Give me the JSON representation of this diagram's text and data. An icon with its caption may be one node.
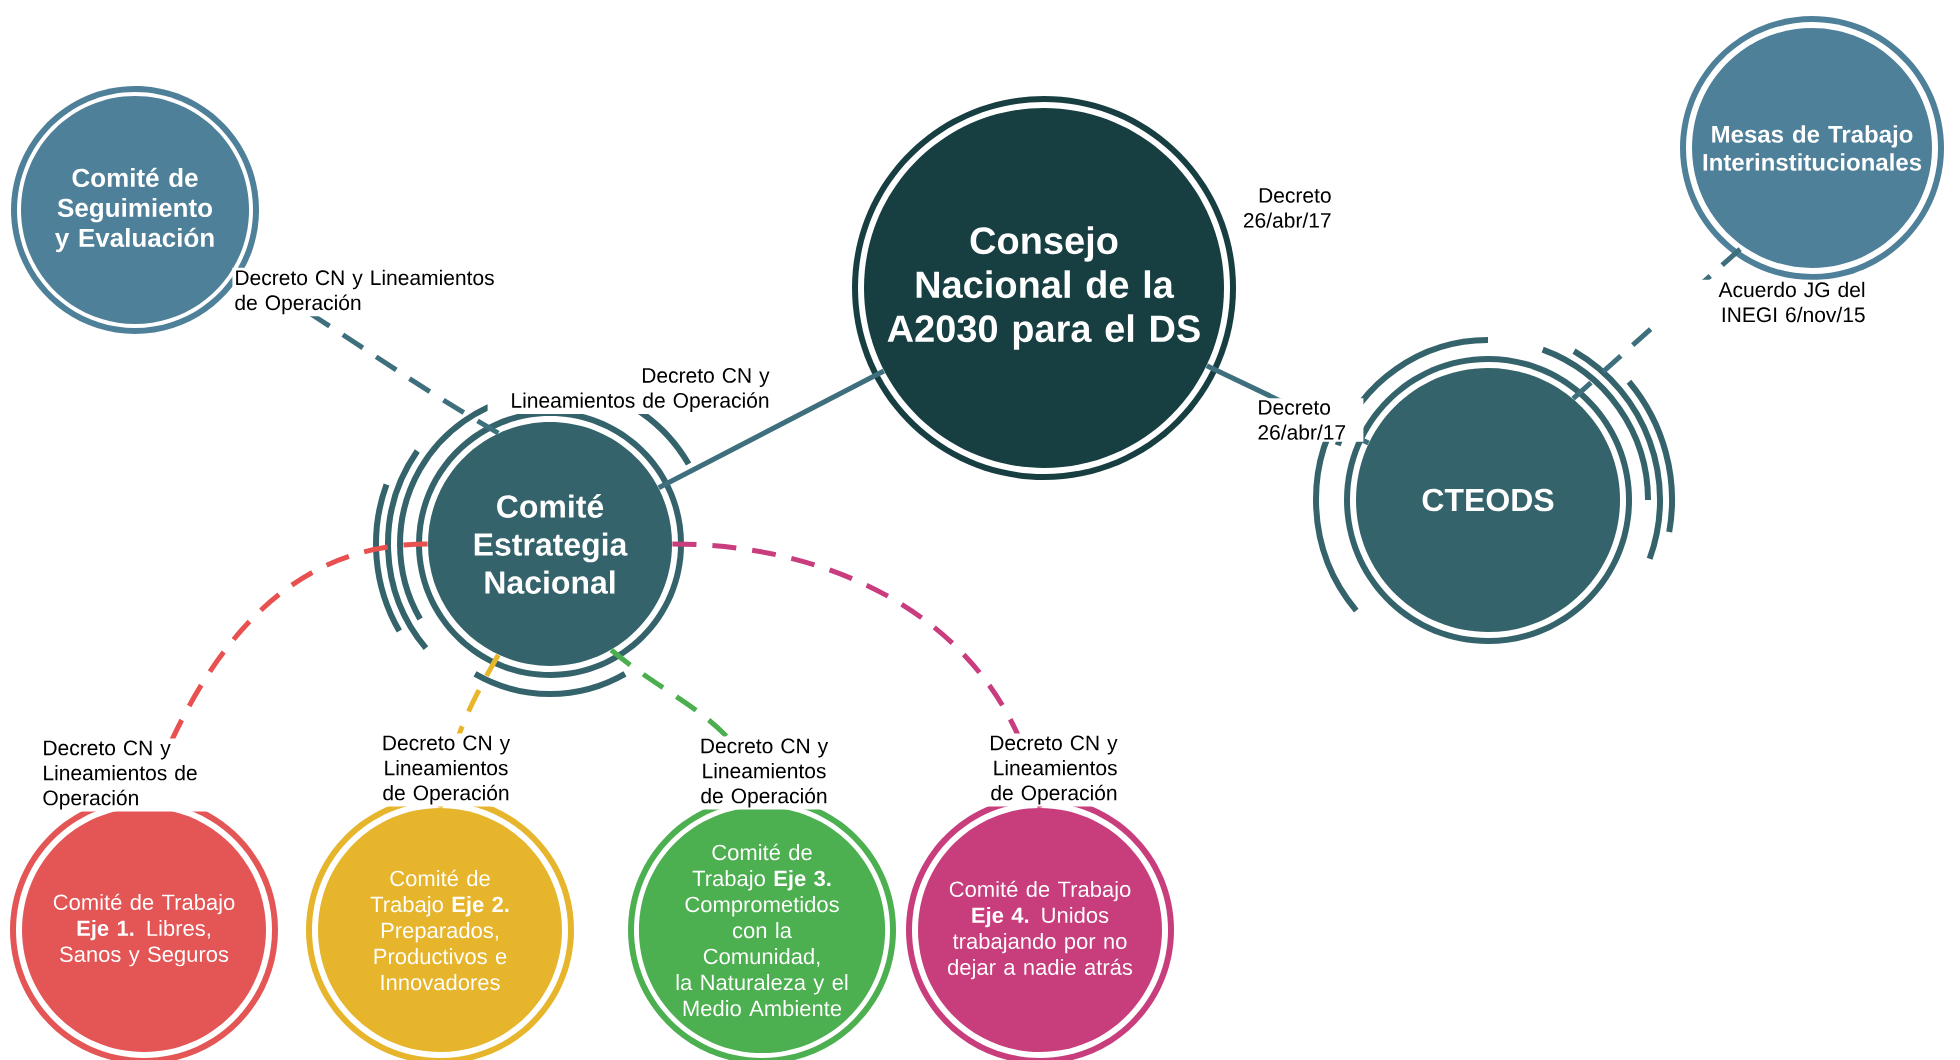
{
  "diagram": {
    "nodes": [
      {
        "text": [
          "Consejo Nacional de la A2030 para el DS"
        ],
        "beside": [
          "Decreto 26/abr/17"
        ]
      },
      {
        "text": [
          "Comité de Seguimiento y Evaluación"
        ]
      },
      {
        "text": [
          "Mesas de Trabajo Interinstitucionales"
        ]
      },
      {
        "text": [
          "Comité Estrategia Nacional"
        ]
      },
      {
        "text": [
          "CTEODS"
        ]
      },
      {
        "text": [
          "Comité de Trabajo **Eje 1.** Libres, Sanos y Seguros"
        ]
      },
      {
        "text": [
          "Comité de Trabajo **Eje 2.** Preparados, Productivos e Innovadores"
        ]
      },
      {
        "text": [
          "Comité de Trabajo **Eje 3.** Comprometidos con la Comunidad, la Naturaleza y el Medio Ambiente"
        ]
      },
      {
        "text": [
          "Comité de Trabajo **Eje 4.** Unidos trabajando por no dejar a nadie atrás"
        ]
      }
    ],
    "edges": [
      {
        "from": 0,
        "to": 3,
        "arrow": "none",
        "label": "Decreto CN y Lineamientos de Operación"
      },
      {
        "from": 0,
        "to": 4,
        "arrow": "none",
        "label": "Decreto 26/abr/17"
      },
      {
        "from": 3,
        "to": 1,
        "arrow": "none",
        "style": "dashed",
        "label": "Decreto CN y Lineamientos de Operación"
      },
      {
        "from": 4,
        "to": 2,
        "arrow": "none",
        "style": "dashed",
        "label": "Acuerdo JG del INEGI 6/nov/15"
      },
      {
        "from": 3,
        "to": 5,
        "arrow": "none",
        "style": "dashed",
        "color": "#e8514f",
        "label": "Decreto CN y Lineamientos de Operación"
      },
      {
        "from": 3,
        "to": 6,
        "arrow": "none",
        "style": "dashed",
        "color": "#e9b52a",
        "label": "Decreto CN y Lineamientos de Operación"
      },
      {
        "from": 3,
        "to": 7,
        "arrow": "none",
        "style": "dashed",
        "color": "#4caf4f",
        "label": "Decreto CN y Lineamientos de Operación"
      },
      {
        "from": 3,
        "to": 8,
        "arrow": "none",
        "style": "dashed",
        "color": "#c93d7f",
        "label": "Decreto CN y Lineamientos de Operación"
      }
    ]
  }
}
